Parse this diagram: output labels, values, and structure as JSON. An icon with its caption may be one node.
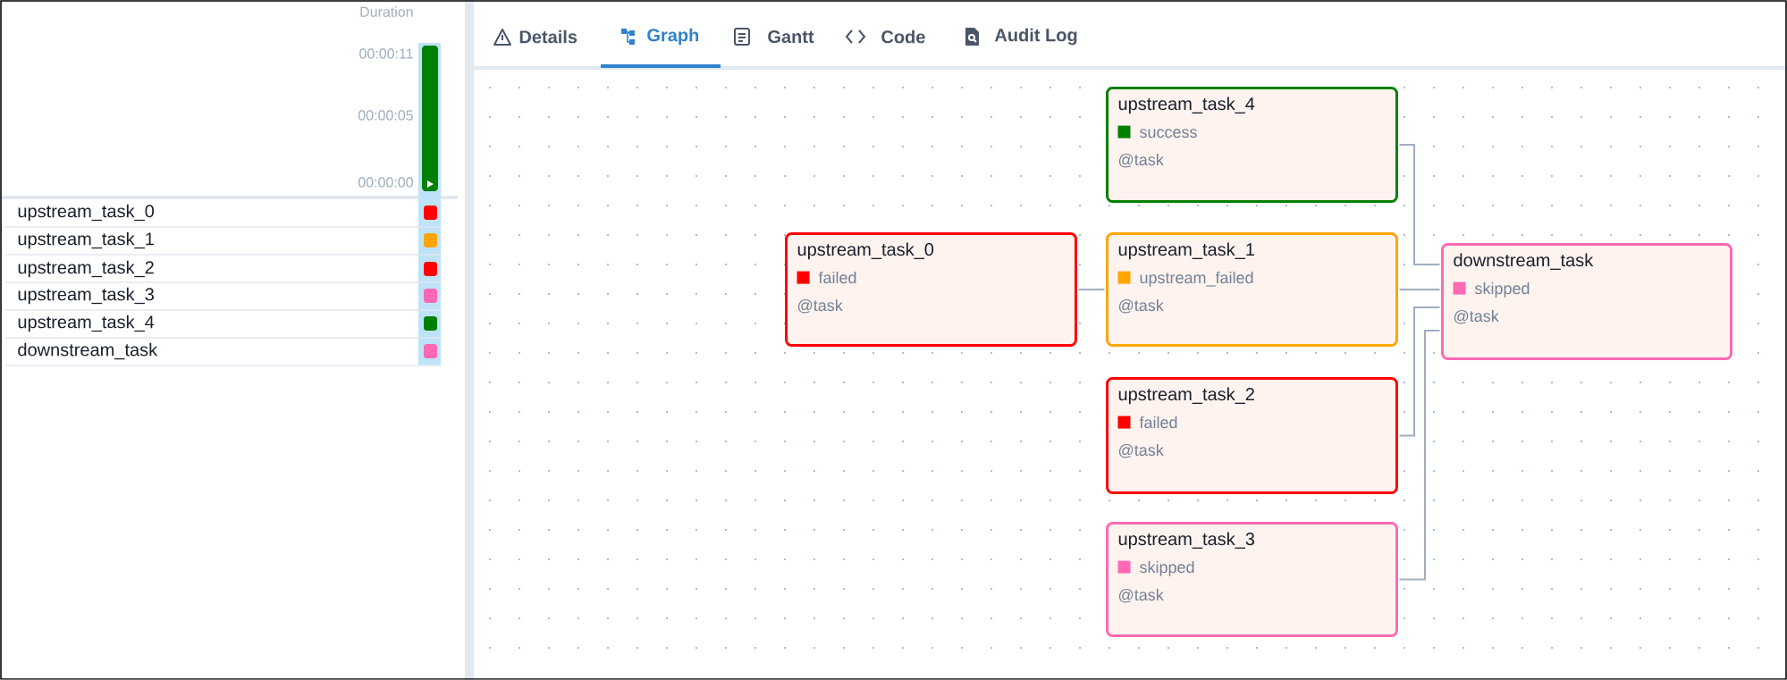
{
  "diagram": {
    "nodes": [
      {
        "text": [
          "upstream_task_4",
          "success",
          "@task"
        ]
      },
      {
        "text": [
          "upstream_task_0",
          "failed",
          "@task"
        ]
      },
      {
        "text": [
          "upstream_task_1",
          "upstream_failed",
          "@task"
        ]
      },
      {
        "text": [
          "downstream_task",
          "skipped",
          "@task"
        ]
      },
      {
        "text": [
          "upstream_task_2",
          "failed",
          "@task"
        ]
      },
      {
        "text": [
          "upstream_task_3",
          "skipped",
          "@task"
        ]
      }
    ],
    "edges": [
      {
        "from": 1,
        "to": 2,
        "arrow": "none"
      },
      {
        "from": 0,
        "to": 3,
        "arrow": "none"
      },
      {
        "from": 2,
        "to": 3,
        "arrow": "none"
      },
      {
        "from": 4,
        "to": 3,
        "arrow": "none"
      },
      {
        "from": 5,
        "to": 3,
        "arrow": "none"
      }
    ],
    "labels": [
      "Duration",
      "00:00:11",
      "00:00:05",
      "00:00:00",
      "upstream_task_0",
      "upstream_task_1",
      "upstream_task_2",
      "upstream_task_3",
      "upstream_task_4",
      "downstream_task",
      "Details",
      "Graph",
      "Gantt",
      "Code",
      "Audit Log"
    ]
  }
}
